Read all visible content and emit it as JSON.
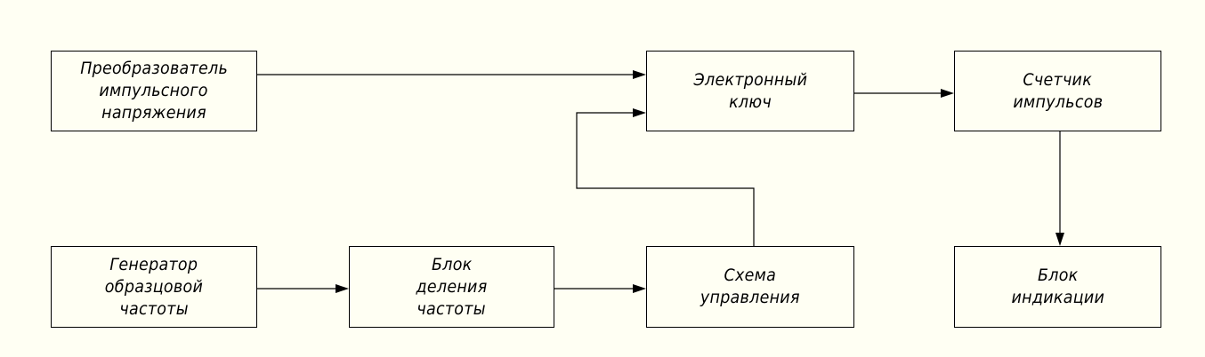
{
  "diagram": {
    "background_color": "#fffff3",
    "line_color": "#000000",
    "blocks": {
      "converter": {
        "line1": "Преобразователь",
        "line2": "импульсного",
        "line3": "напряжения"
      },
      "electronic_key": {
        "line1": "Электронный",
        "line2": "ключ"
      },
      "pulse_counter": {
        "line1": "Счетчик",
        "line2": "импульсов"
      },
      "generator": {
        "line1": "Генератор",
        "line2": "образцовой",
        "line3": "частоты"
      },
      "divider": {
        "line1": "Блок",
        "line2": "деления",
        "line3": "частоты"
      },
      "control_circuit": {
        "line1": "Схема",
        "line2": "управления"
      },
      "indicator": {
        "line1": "Блок",
        "line2": "индикации"
      }
    },
    "connections": [
      {
        "from": "converter",
        "to": "electronic_key"
      },
      {
        "from": "electronic_key",
        "to": "pulse_counter"
      },
      {
        "from": "pulse_counter",
        "to": "indicator"
      },
      {
        "from": "generator",
        "to": "divider"
      },
      {
        "from": "divider",
        "to": "control_circuit"
      },
      {
        "from": "control_circuit",
        "to": "electronic_key"
      }
    ]
  }
}
